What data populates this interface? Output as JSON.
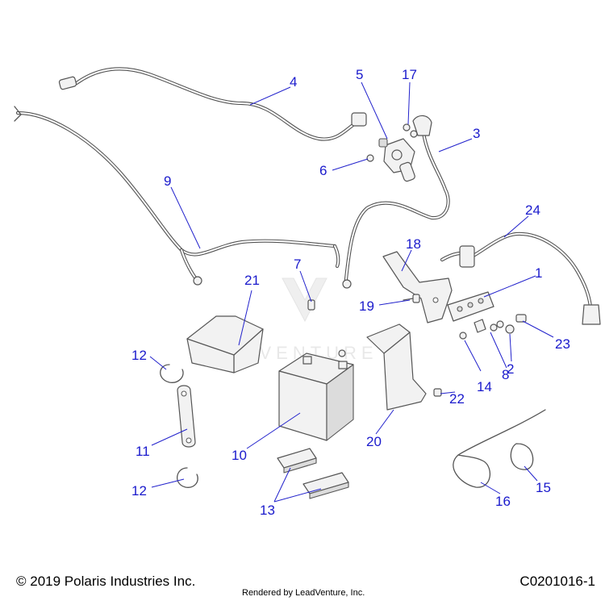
{
  "callouts": {
    "n1": "1",
    "n2": "2",
    "n3": "3",
    "n4": "4",
    "n5": "5",
    "n6": "6",
    "n7": "7",
    "n8": "8",
    "n9": "9",
    "n10": "10",
    "n11": "11",
    "n12a": "12",
    "n12b": "12",
    "n13": "13",
    "n14": "14",
    "n15": "15",
    "n16": "16",
    "n17": "17",
    "n18": "18",
    "n19": "19",
    "n20": "20",
    "n21": "21",
    "n22": "22",
    "n23": "23",
    "n24": "24"
  },
  "footer": {
    "copyright": "© 2019 Polaris Industries Inc.",
    "rendered_by": "Rendered by LeadVenture, Inc.",
    "drawing_id": "C0201016-1"
  },
  "watermark": {
    "text": "LEADVENTURE"
  },
  "colors": {
    "callout": "#1a1acc",
    "line_art": "#555555"
  }
}
